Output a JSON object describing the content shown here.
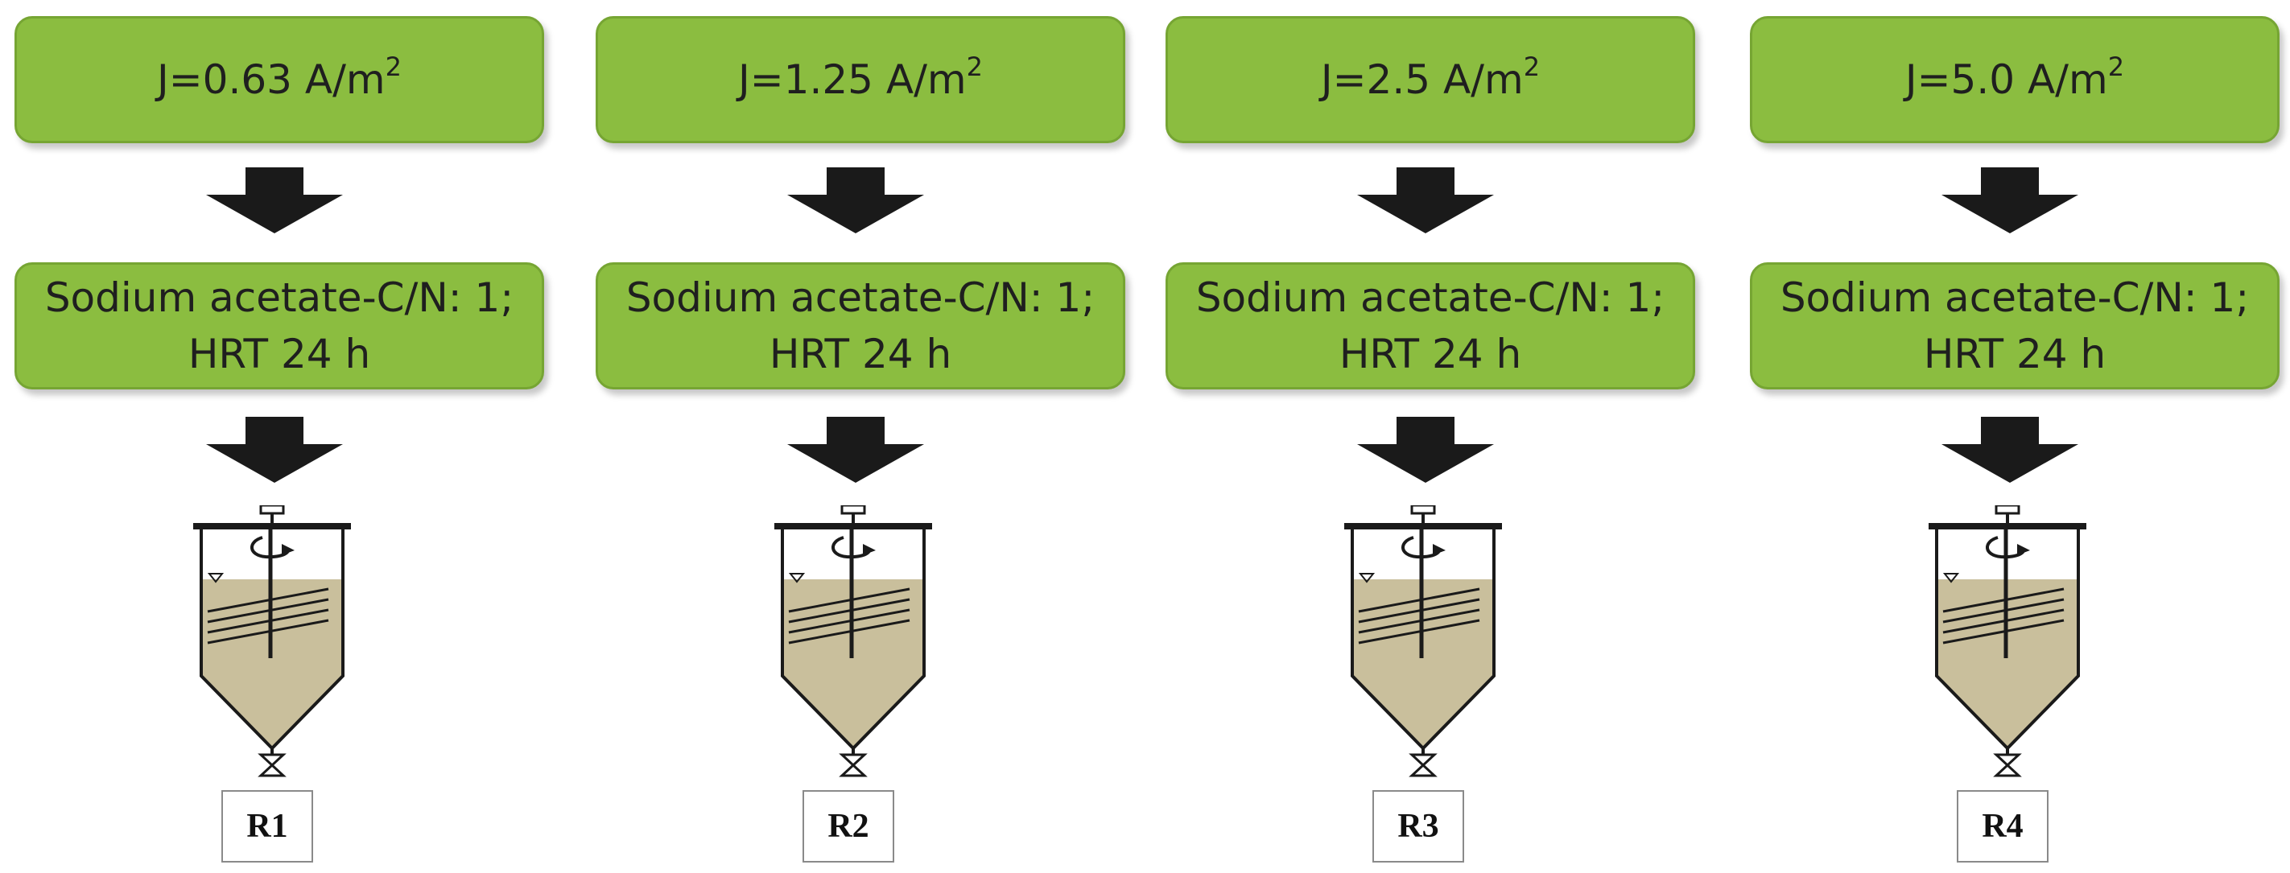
{
  "reactors": [
    {
      "current": "J=0.63 A/m",
      "unit_sup": "2",
      "condition_line1": "Sodium acetate-C/N: 1;",
      "condition_line2": "HRT 24 h",
      "label": "R1"
    },
    {
      "current": "J=1.25 A/m",
      "unit_sup": "2",
      "condition_line1": "Sodium acetate-C/N: 1;",
      "condition_line2": "HRT 24 h",
      "label": "R2"
    },
    {
      "current": "J=2.5 A/m",
      "unit_sup": "2",
      "condition_line1": "Sodium acetate-C/N: 1;",
      "condition_line2": "HRT 24 h",
      "label": "R3"
    },
    {
      "current": "J=5.0 A/m",
      "unit_sup": "2",
      "condition_line1": "Sodium acetate-C/N: 1;",
      "condition_line2": "HRT 24 h",
      "label": "R4"
    }
  ],
  "colors": {
    "box_fill": "#8bbd40",
    "box_border": "#76a533",
    "liquid": "#c9bf9c",
    "arrow": "#1a1a1a"
  },
  "icons": {
    "flow_arrow": "down-arrow-icon",
    "reactor": "reactor-vessel-icon"
  }
}
